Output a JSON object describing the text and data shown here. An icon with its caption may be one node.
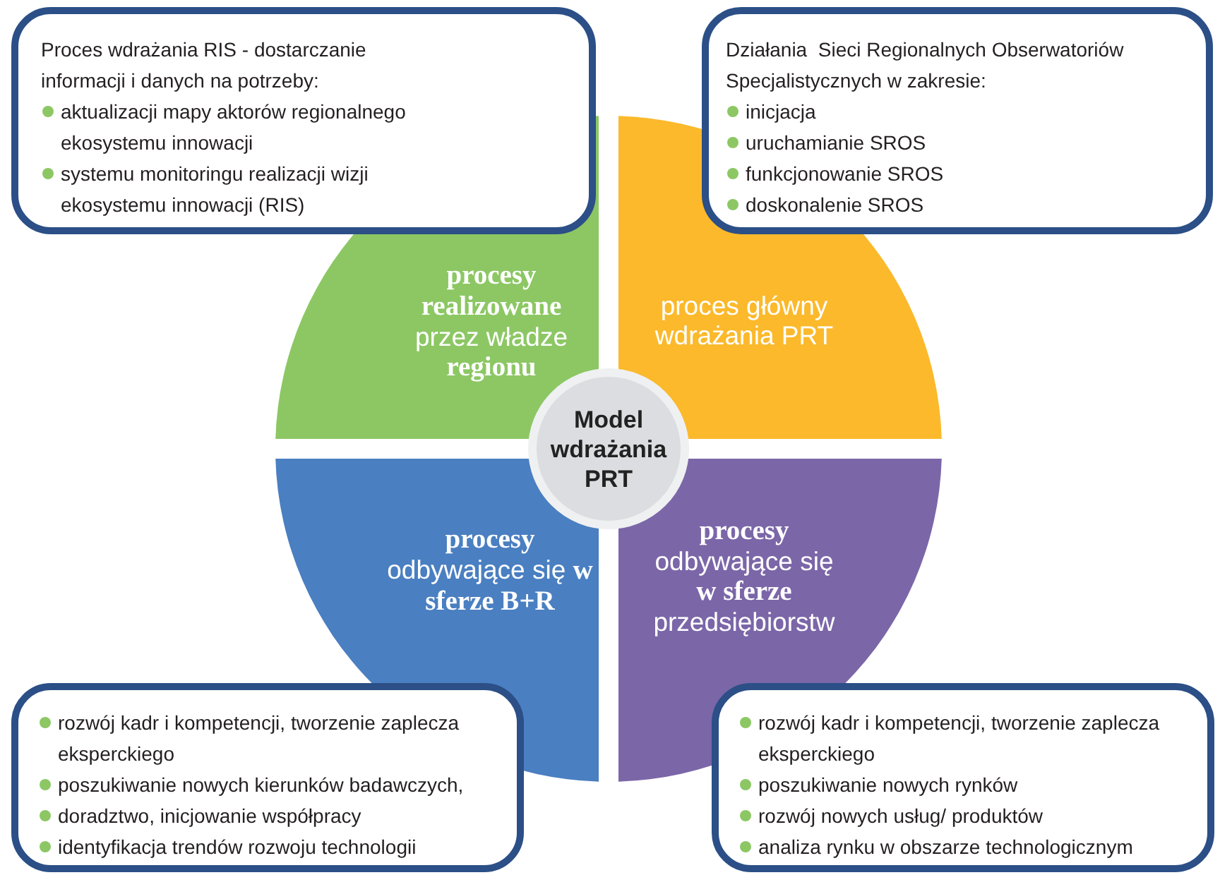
{
  "diagram": {
    "nodes": [
      {
        "text": [
          "Model wdrażania PRT"
        ]
      },
      {
        "text": [
          "**procesy realizowane** przez władze **regionu**"
        ]
      },
      {
        "text": [
          "proces główny wdrażania PRT"
        ]
      },
      {
        "text": [
          "**procesy** odbywające się **w sferze B+R**"
        ]
      },
      {
        "text": [
          "**procesy** odbywające się **w sferze** przedsiębiorstw"
        ]
      },
      {
        "text": [
          "Proces wdrażania RIS - dostarczanie informacji i danych na potrzeby:",
          "aktualizacji mapy aktorów regionalnego ekosystemu innowacji",
          "systemu monitoringu realizacji wizji ekosystemu innowacji (RIS)"
        ]
      },
      {
        "text": [
          "Działania  Sieci Regionalnych Obserwatoriów Specjalistycznych w zakresie:",
          "inicjacja",
          "uruchamianie SROS",
          "funkcjonowanie SROS",
          "doskonalenie SROS"
        ]
      },
      {
        "text": [
          "rozwój kadr i kompetencji, tworzenie zaplecza eksperckiego",
          "poszukiwanie nowych kierunków badawczych,",
          "doradztwo, inicjowanie współpracy",
          "identyfikacja trendów rozwoju technologii"
        ]
      },
      {
        "text": [
          "rozwój kadr i kompetencji, tworzenie zaplecza eksperckiego",
          "poszukiwanie nowych rynków",
          "rozwój nowych usług/ produktów",
          "analiza rynku w obszarze technologicznym"
        ]
      }
    ],
    "edges": []
  }
}
